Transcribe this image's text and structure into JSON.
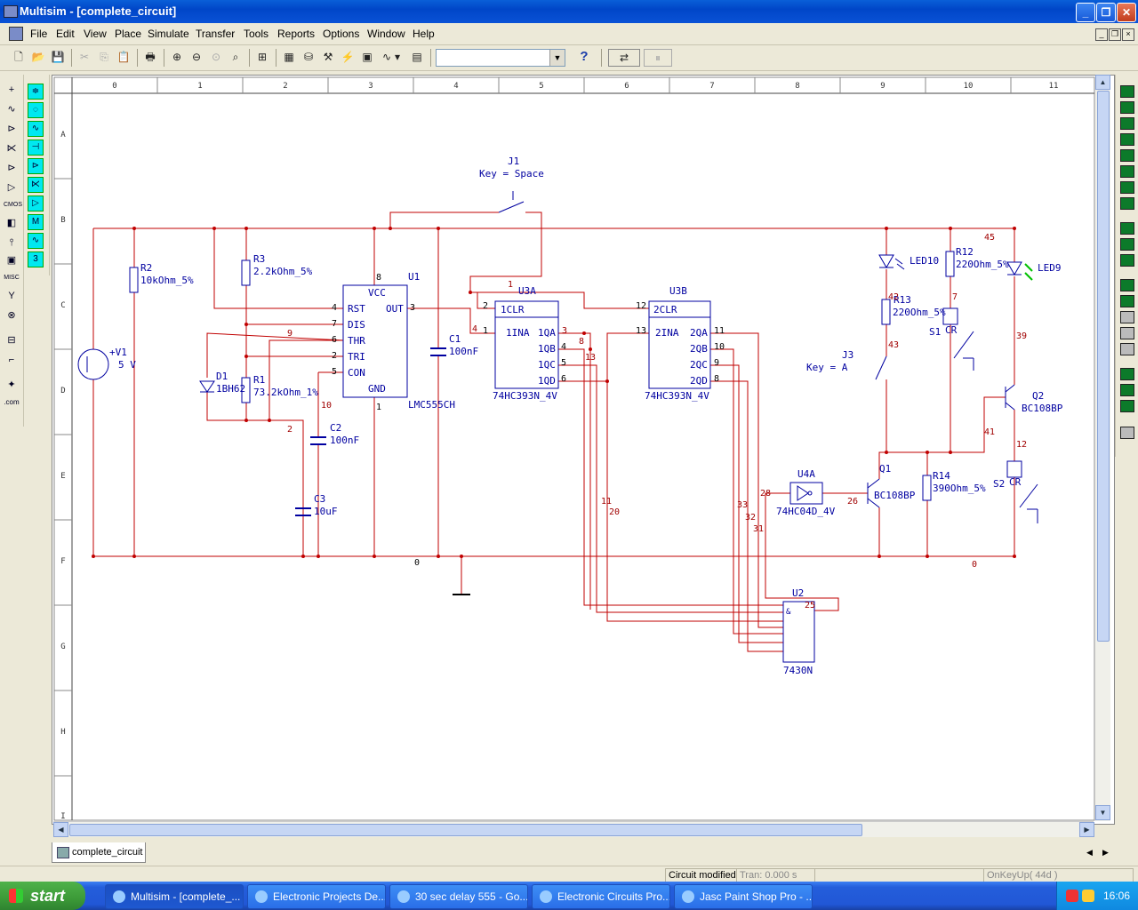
{
  "window": {
    "title": "Multisim - [complete_circuit]",
    "buttons": {
      "minimize": "_",
      "maximize": "❐",
      "close": "✕"
    }
  },
  "menu": [
    "File",
    "Edit",
    "View",
    "Place",
    "Simulate",
    "Transfer",
    "Tools",
    "Reports",
    "Options",
    "Window",
    "Help"
  ],
  "toolbar": {
    "combo_value": "",
    "help": "?"
  },
  "schematic": {
    "column_labels": [
      "0",
      "1",
      "2",
      "3",
      "4",
      "5",
      "6",
      "7",
      "8",
      "9",
      "10",
      "11"
    ],
    "row_labels": [
      "A",
      "B",
      "C",
      "D",
      "E",
      "F",
      "G",
      "H",
      "I"
    ],
    "components": {
      "J1": {
        "ref": "J1",
        "value": "Key = Space"
      },
      "J3": {
        "ref": "J3",
        "value": "Key = A"
      },
      "R2": {
        "ref": "R2",
        "value": "10kOhm_5%"
      },
      "R3": {
        "ref": "R3",
        "value": "2.2kOhm_5%"
      },
      "R1": {
        "ref": "R1",
        "value": "73.2kOhm_1%"
      },
      "D1": {
        "ref": "D1",
        "value": "1BH62"
      },
      "V1": {
        "ref": "+V1",
        "value": "5 V"
      },
      "C1": {
        "ref": "C1",
        "value": "100nF"
      },
      "C2": {
        "ref": "C2",
        "value": "100nF"
      },
      "C3": {
        "ref": "C3",
        "value": "10uF"
      },
      "U1": {
        "ref": "U1",
        "value": "LMC555CH",
        "pins": [
          "VCC",
          "RST",
          "OUT",
          "DIS",
          "THR",
          "TRI",
          "CON",
          "GND"
        ]
      },
      "U3A": {
        "ref": "U3A",
        "value": "74HC393N_4V",
        "pins": [
          "1CLR",
          "1INA",
          "1QA",
          "1QB",
          "1QC",
          "1QD"
        ]
      },
      "U3B": {
        "ref": "U3B",
        "value": "74HC393N_4V",
        "pins": [
          "2CLR",
          "2INA",
          "2QA",
          "2QB",
          "2QC",
          "2QD"
        ]
      },
      "U4A": {
        "ref": "U4A",
        "value": "74HC04D_4V"
      },
      "U2": {
        "ref": "U2",
        "value": "7430N",
        "symbol": "&"
      },
      "Q1": {
        "ref": "Q1",
        "value": "BC108BP"
      },
      "Q2": {
        "ref": "Q2",
        "value": "BC108BP"
      },
      "R12": {
        "ref": "R12",
        "value": "220Ohm_5%"
      },
      "R13": {
        "ref": "R13",
        "value": "220Ohm_5%"
      },
      "R14": {
        "ref": "R14",
        "value": "390Ohm_5%"
      },
      "LED10": {
        "ref": "LED10"
      },
      "LED9": {
        "ref": "LED9"
      },
      "S1": {
        "ref": "S1",
        "value": "CR"
      },
      "S2": {
        "ref": "S2",
        "value": "CR"
      }
    },
    "net_labels": [
      "45",
      "1",
      "4",
      "3",
      "8",
      "13",
      "9",
      "10",
      "2",
      "11",
      "20",
      "33",
      "32",
      "31",
      "28",
      "26",
      "42",
      "43",
      "7",
      "39",
      "41",
      "12",
      "25",
      "0",
      "0"
    ]
  },
  "doc_tab": "complete_circuit",
  "status": {
    "message": "Circuit modified",
    "tran": "Tran: 0.000 s",
    "key": "OnKeyUp( 44d )"
  },
  "taskbar": {
    "start": "start",
    "tasks": [
      "Multisim - [complete_...",
      "Electronic Projects De...",
      "30 sec delay 555 - Go...",
      "Electronic Circuits Pro...",
      "Jasc Paint Shop Pro - ..."
    ],
    "clock": "16:06"
  },
  "colors": {
    "wire": "#c00000",
    "component": "#0000a0",
    "grid_text": "#333333",
    "titlebar": "#0a52d6"
  }
}
